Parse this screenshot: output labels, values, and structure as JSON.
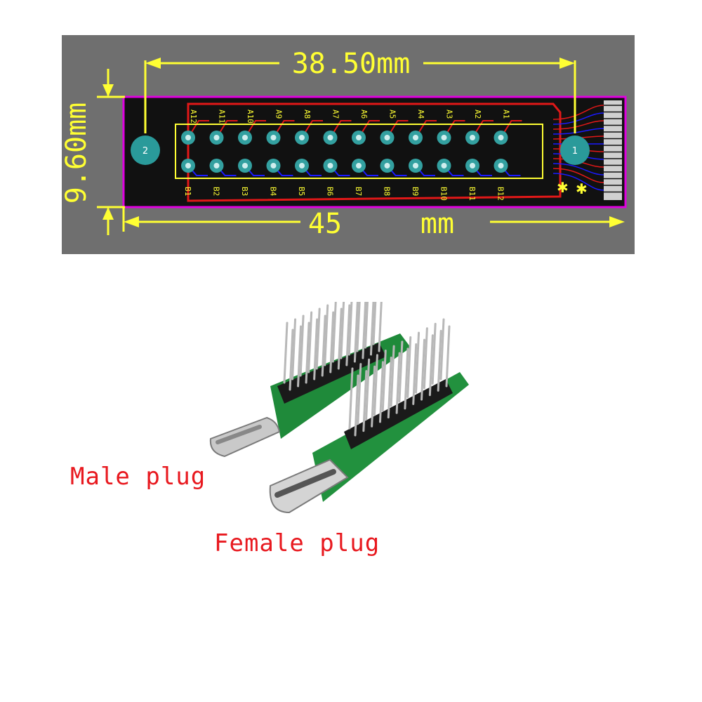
{
  "pcb": {
    "width_dim_label": "38.50mm",
    "height_dim_label": "9.60mm",
    "length_dim_number": "45",
    "length_dim_unit": "mm",
    "hole_left_label": "2",
    "hole_right_label": "1",
    "top_pin_labels": [
      "A12",
      "A11",
      "A10",
      "A9",
      "A8",
      "A7",
      "A6",
      "A5",
      "A4",
      "A3",
      "A2",
      "A1"
    ],
    "bottom_pin_labels": [
      "B1",
      "B2",
      "B3",
      "B4",
      "B5",
      "B6",
      "B7",
      "B8",
      "B9",
      "B10",
      "B11",
      "B12"
    ],
    "colors": {
      "background": "#6f6f6f",
      "board": "#111111",
      "outline": "#e000e0",
      "silkscreen": "#ffff33",
      "copper_top": "#e11818",
      "copper_bottom": "#1a1aff",
      "pad": "#33a0a0"
    }
  },
  "labels": {
    "male": "Male plug",
    "female": "Female plug",
    "color": "#e8191f"
  }
}
